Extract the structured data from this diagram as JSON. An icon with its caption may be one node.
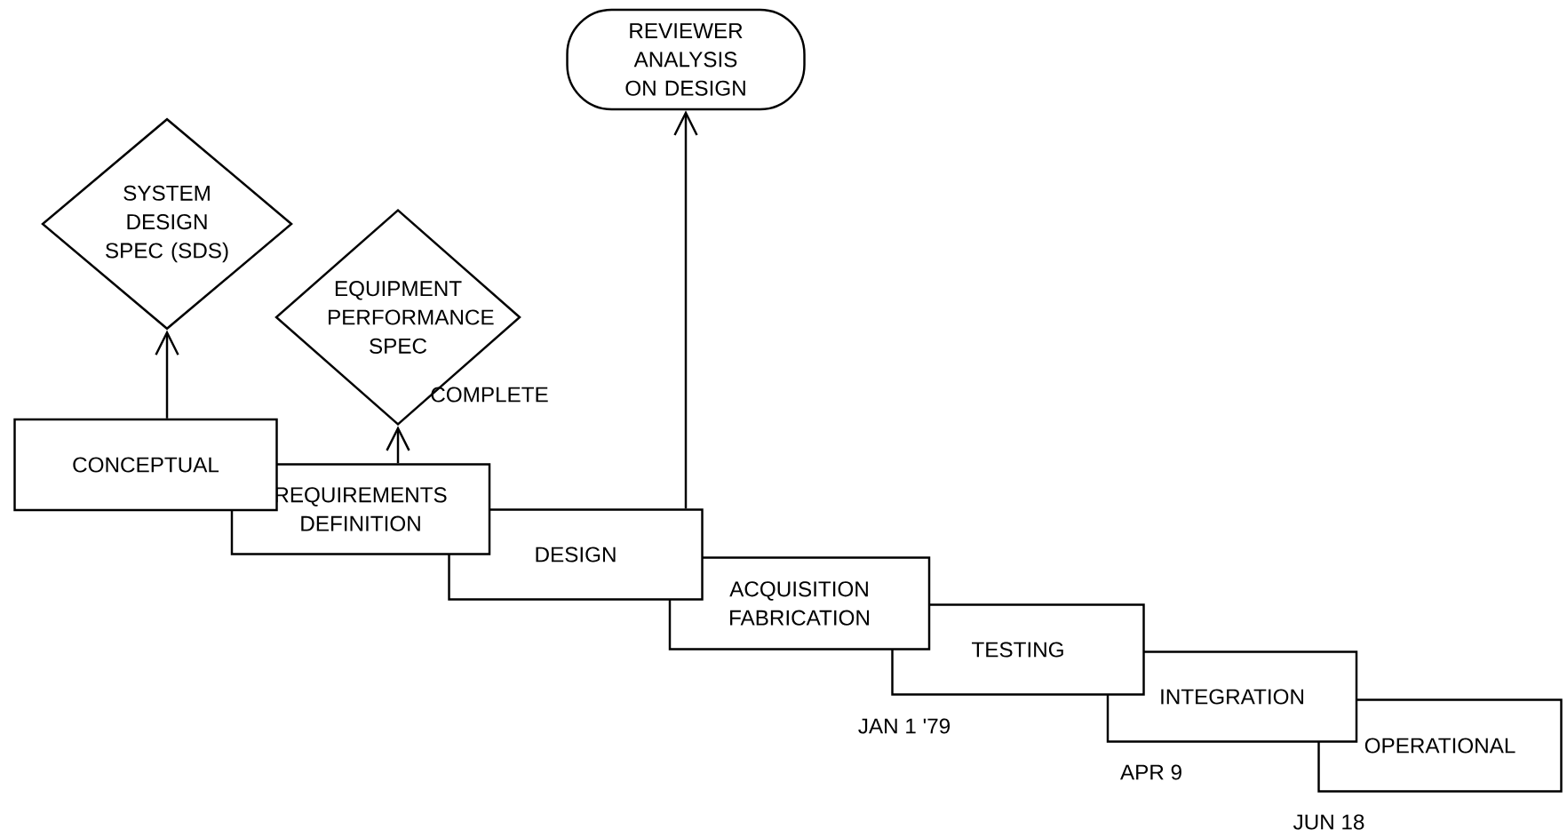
{
  "diagram": {
    "nodes": [
      {
        "text": [
          "REVIEWER ANALYSIS ON DESIGN"
        ]
      },
      {
        "text": [
          "SYSTEM DESIGN SPEC (SDS)"
        ]
      },
      {
        "text": [
          "EQUIPMENT PERFORMANCE SPEC"
        ]
      },
      {
        "text": [
          "CONCEPTUAL"
        ]
      },
      {
        "text": [
          "REQUIREMENTS DEFINITION"
        ]
      },
      {
        "text": [
          "DESIGN"
        ]
      },
      {
        "text": [
          "ACQUISITION FABRICATION"
        ]
      },
      {
        "text": [
          "TESTING"
        ]
      },
      {
        "text": [
          "INTEGRATION"
        ]
      },
      {
        "text": [
          "OPERATIONAL"
        ]
      }
    ],
    "edges": [
      {
        "from": 3,
        "to": 1,
        "arrow": "to"
      },
      {
        "from": 4,
        "to": 2,
        "arrow": "to"
      },
      {
        "from": 5,
        "to": 0,
        "arrow": "to"
      }
    ],
    "labels": [
      "COMPLETE",
      "JAN 1 '79",
      "APR 9",
      "JUN 18"
    ]
  }
}
